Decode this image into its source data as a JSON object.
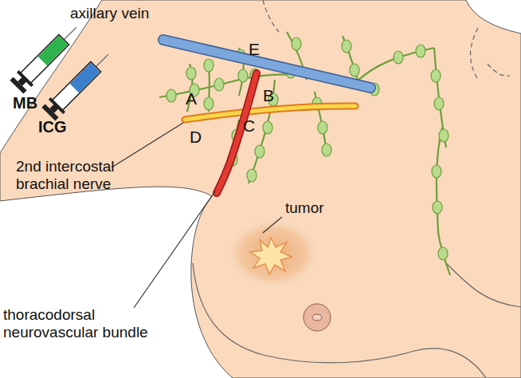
{
  "diagram": {
    "labels": [
      "axillary vein",
      "E",
      "A",
      "B",
      "C",
      "D",
      "MB",
      "ICG",
      "2nd intercostal brachial nerve",
      "tumor",
      "thoracodorsal neurovascular bundle"
    ]
  }
}
